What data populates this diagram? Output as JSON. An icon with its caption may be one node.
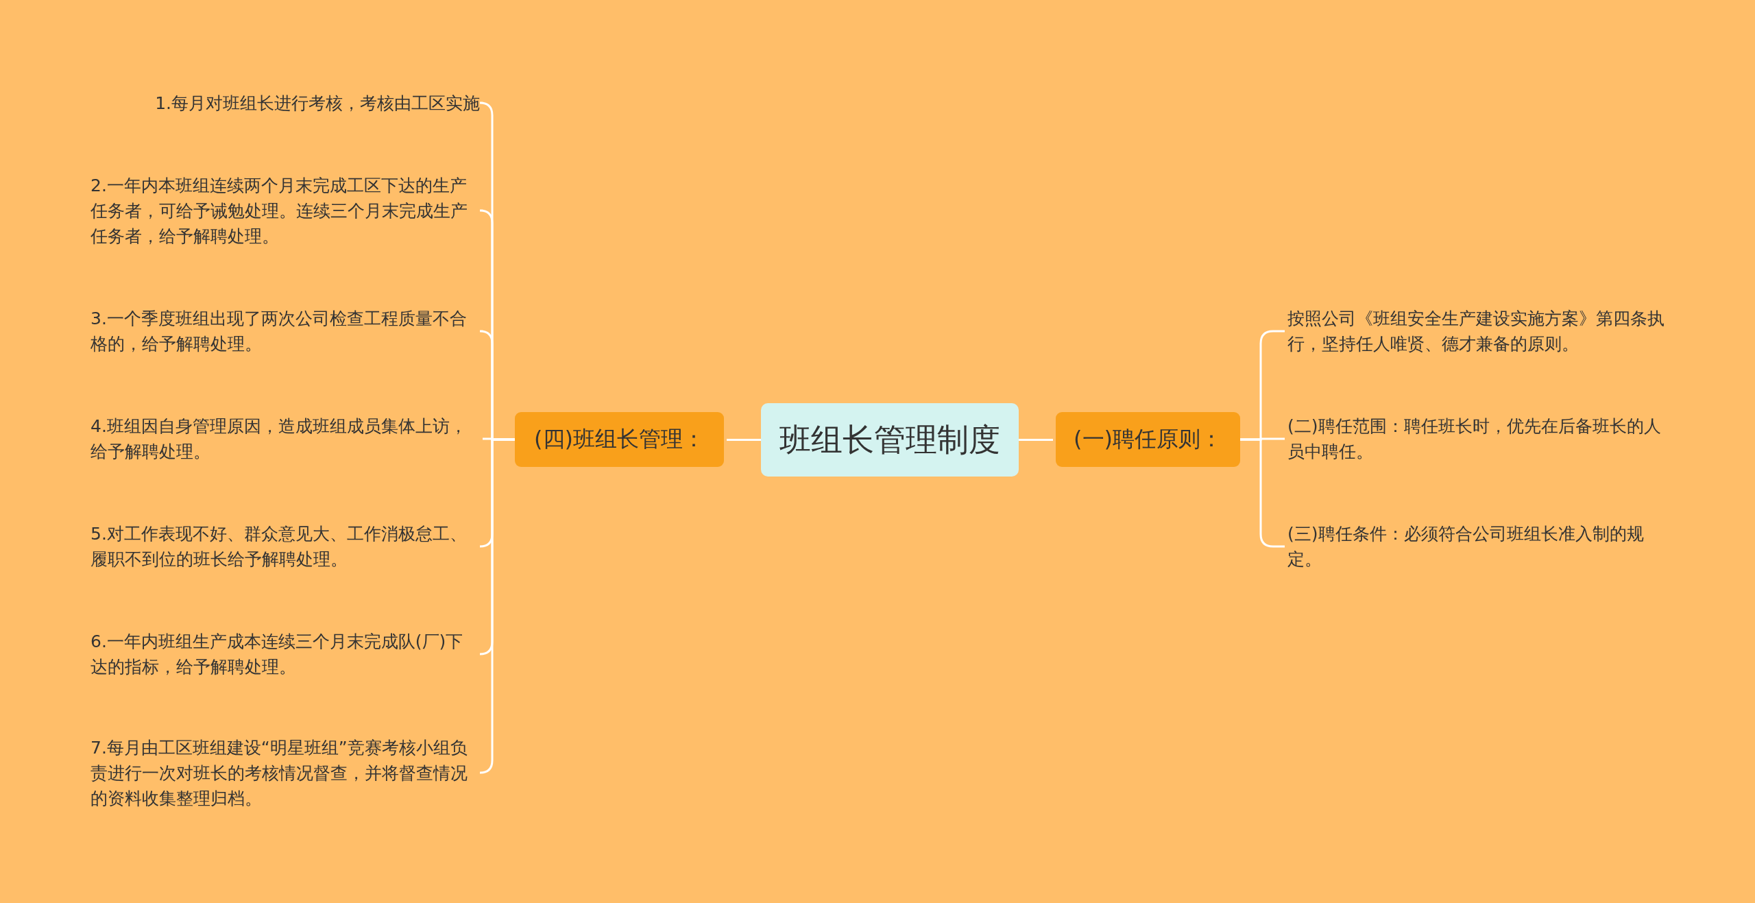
{
  "diagram": {
    "nodes": [
      {
        "text": [
          "班组长管理制度"
        ]
      },
      {
        "text": [
          "(四)班组长管理："
        ]
      },
      {
        "text": [
          "1.每月对班组长进行考核，考核由工区实施"
        ]
      },
      {
        "text": [
          "2.一年内本班组连续两个月末完成工区下达的生产任务者，可给予诫勉处理。连续三个月末完成生产任务者，给予解聘处理。"
        ]
      },
      {
        "text": [
          "3.一个季度班组出现了两次公司检查工程质量不合格的，给予解聘处理。"
        ]
      },
      {
        "text": [
          "4.班组因自身管理原因，造成班组成员集体上访，给予解聘处理。"
        ]
      },
      {
        "text": [
          "5.对工作表现不好、群众意见大、工作消极怠工、履职不到位的班长给予解聘处理。"
        ]
      },
      {
        "text": [
          "6.一年内班组生产成本连续三个月末完成队(厂)下达的指标，给予解聘处理。"
        ]
      },
      {
        "text": [
          "7.每月由工区班组建设“明星班组”竞赛考核小组负责进行一次对班长的考核情况督查，并将督查情况的资料收集整理归档。"
        ]
      },
      {
        "text": [
          "(一)聘任原则："
        ]
      },
      {
        "text": [
          "按照公司《班组安全生产建设实施方案》第四条执行，坚持任人唯贤、德才兼备的原则。"
        ]
      },
      {
        "text": [
          "(二)聘任范围：聘任班长时，优先在后备班长的人员中聘任。"
        ]
      },
      {
        "text": [
          "(三)聘任条件：必须符合公司班组长准入制的规定。"
        ]
      }
    ],
    "edges": [
      {
        "from": 0,
        "to": 1,
        "arrow": "none"
      },
      {
        "from": 1,
        "to": 2,
        "arrow": "none"
      },
      {
        "from": 1,
        "to": 3,
        "arrow": "none"
      },
      {
        "from": 1,
        "to": 4,
        "arrow": "none"
      },
      {
        "from": 1,
        "to": 5,
        "arrow": "none"
      },
      {
        "from": 1,
        "to": 6,
        "arrow": "none"
      },
      {
        "from": 1,
        "to": 7,
        "arrow": "none"
      },
      {
        "from": 1,
        "to": 8,
        "arrow": "none"
      },
      {
        "from": 0,
        "to": 9,
        "arrow": "none"
      },
      {
        "from": 9,
        "to": 10,
        "arrow": "none"
      },
      {
        "from": 9,
        "to": 11,
        "arrow": "none"
      },
      {
        "from": 9,
        "to": 12,
        "arrow": "none"
      }
    ]
  }
}
